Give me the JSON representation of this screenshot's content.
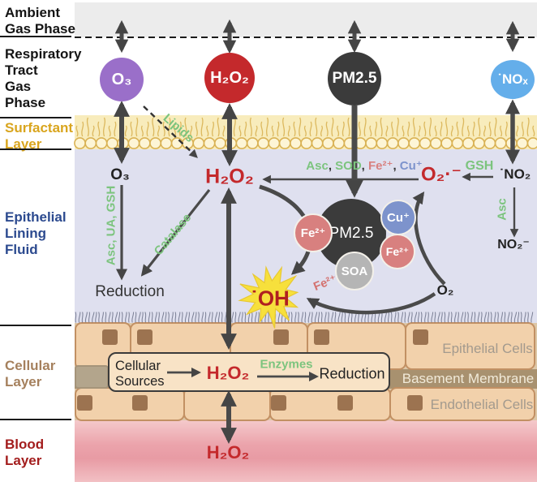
{
  "legend": {
    "ambient": "Ambient\nGas Phase",
    "respiratory": "Respiratory\nTract\nGas\nPhase",
    "surfactant": "Surfactant\nLayer",
    "elf": "Epithelial\nLining\nFluid",
    "cellular": "Cellular\nLayer",
    "blood": "Blood\nLayer"
  },
  "gas": {
    "o3": "O₃",
    "h2o2": "H₂O₂",
    "pm25": "PM2.5",
    "nox": "˙NOₓ"
  },
  "elf": {
    "o3": "O₃",
    "h2o2": "H₂O₂",
    "reduction": "Reduction",
    "asc_ua_gsh": "Asc, UA, GSH",
    "catalase": "Catalase",
    "lipids": "Lipids",
    "scav_asc": "Asc",
    "scav_sod": "SOD",
    "scav_fe": "Fe²⁺",
    "scav_cu": "Cu⁺",
    "comma": ", ",
    "superoxide": "O₂·⁻",
    "gsh": "GSH",
    "no2_radical": "˙NO₂",
    "asc": "Asc",
    "no2_anion": "NO₂⁻",
    "pm25": "PM2.5",
    "fe2_left": "Fe²⁺",
    "cu": "Cu⁺",
    "fe2_right": "Fe²⁺",
    "soa": "SOA",
    "oh_radical": "˙OH",
    "o2": "O₂",
    "fe2_curve": "Fe²⁺"
  },
  "cellular": {
    "sources": "Cellular\nSources",
    "h2o2": "H₂O₂",
    "enzymes": "Enzymes",
    "reduction": "Reduction",
    "epithelial": "Epithelial Cells",
    "membrane": "Basement Membrane",
    "endothelial": "Endothelial Cells"
  },
  "blood": {
    "h2o2": "H₂O₂"
  },
  "colors": {
    "green": "#7cc47e",
    "chemred": "#c4292c",
    "darkred": "#a31d1d",
    "purple": "#9a6fc9",
    "blue": "#64aeea",
    "dark": "#3b3b3b",
    "fe": "#d8807f",
    "cu": "#7d93cc",
    "soa": "#b5b5b5",
    "gold": "#d9a51e",
    "navy": "#2c4a8f",
    "brown": "#a5805d",
    "star": "#f7e03c",
    "arrow": "#4a4a4a",
    "pinklabel": "#d4716e",
    "cellfill": "#f2d1ab",
    "cellborder": "#c29063",
    "nucleus": "#9c7350",
    "membrane": "#a8916f",
    "membranetext": "#f1ead9",
    "celllabel": "#a39a8e",
    "elfbg": "#dfe0ef",
    "surfbg": "#f8ecbc",
    "ambientbg": "#ececec"
  }
}
